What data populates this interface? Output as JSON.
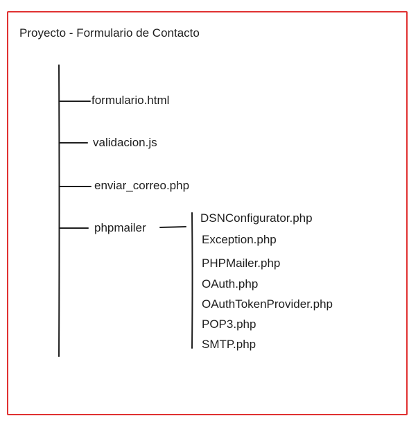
{
  "title": "Proyecto - Formulario de Contacto",
  "root_items": [
    "formulario.html",
    "validacion.js",
    "enviar_correo.php",
    "phpmailer"
  ],
  "phpmailer_items": [
    "DSNConfigurator.php",
    "Exception.php",
    "PHPMailer.php",
    "OAuth.php",
    "OAuthTokenProvider.php",
    "POP3.php",
    "SMTP.php"
  ],
  "colors": {
    "frame": "#e03131",
    "stroke": "#1e1e1e"
  }
}
